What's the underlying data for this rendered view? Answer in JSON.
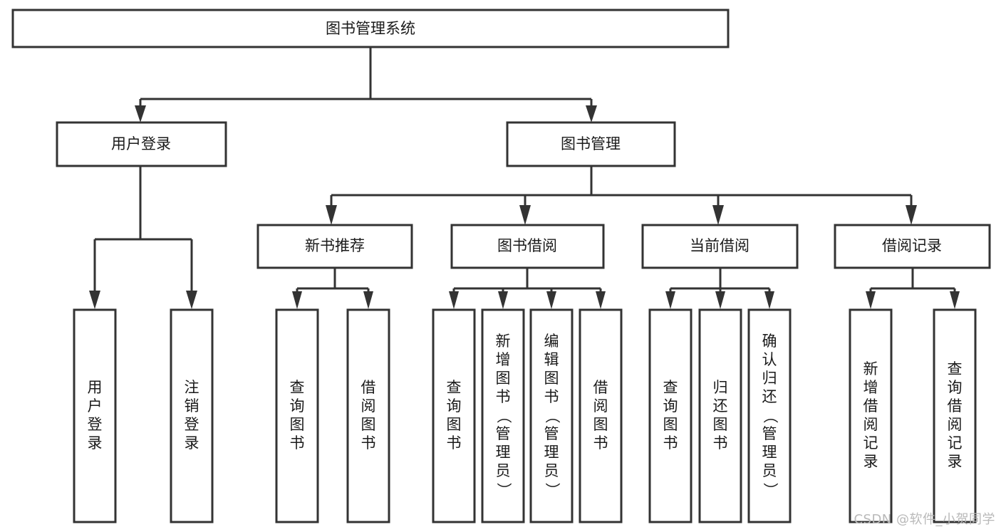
{
  "diagram": {
    "title": "图书管理系统",
    "type": "tree",
    "orientation": "top-down",
    "watermark": "CSDN @软件_小贺同学",
    "colors": {
      "background": "#ffffff",
      "box_fill": "#ffffff",
      "box_stroke": "#333333",
      "connector": "#333333",
      "text": "#1a1a1a",
      "watermark": "#b9b9b9"
    },
    "root": {
      "label": "图书管理系统"
    },
    "level2": [
      {
        "label": "用户登录"
      },
      {
        "label": "图书管理"
      }
    ],
    "level3": [
      {
        "label": "新书推荐"
      },
      {
        "label": "图书借阅"
      },
      {
        "label": "当前借阅"
      },
      {
        "label": "借阅记录"
      }
    ],
    "leaves": {
      "user_login": [
        {
          "label": "用户登录"
        },
        {
          "label": "注销登录"
        }
      ],
      "new_book_recommend": [
        {
          "label": "查询图书"
        },
        {
          "label": "借阅图书"
        }
      ],
      "book_borrow": [
        {
          "label": "查询图书"
        },
        {
          "label": "新增图书（管理员）"
        },
        {
          "label": "编辑图书（管理员）"
        },
        {
          "label": "借阅图书"
        }
      ],
      "current_borrow": [
        {
          "label": "查询图书"
        },
        {
          "label": "归还图书"
        },
        {
          "label": "确认归还（管理员）"
        }
      ],
      "borrow_record": [
        {
          "label": "新增借阅记录"
        },
        {
          "label": "查询借阅记录"
        }
      ]
    }
  }
}
